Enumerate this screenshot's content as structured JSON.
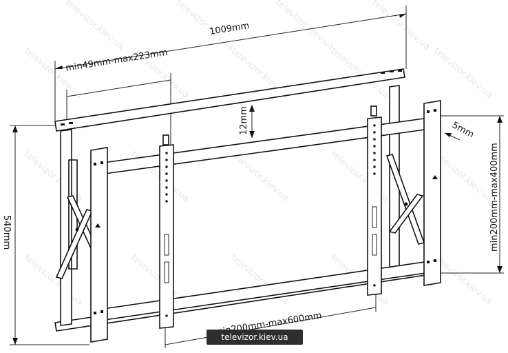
{
  "dimensions": {
    "overall_width": "1009mm",
    "adjust_range": "min49mm-max223mm",
    "gap": "12mm",
    "depth": "5mm",
    "vertical_range": "min200mm-max400mm",
    "height": "540mm",
    "horizontal_range": "min200mm-max600mm"
  },
  "watermark": "televizor.kiev.ua",
  "footer_label": "televizor.kiev.ua"
}
